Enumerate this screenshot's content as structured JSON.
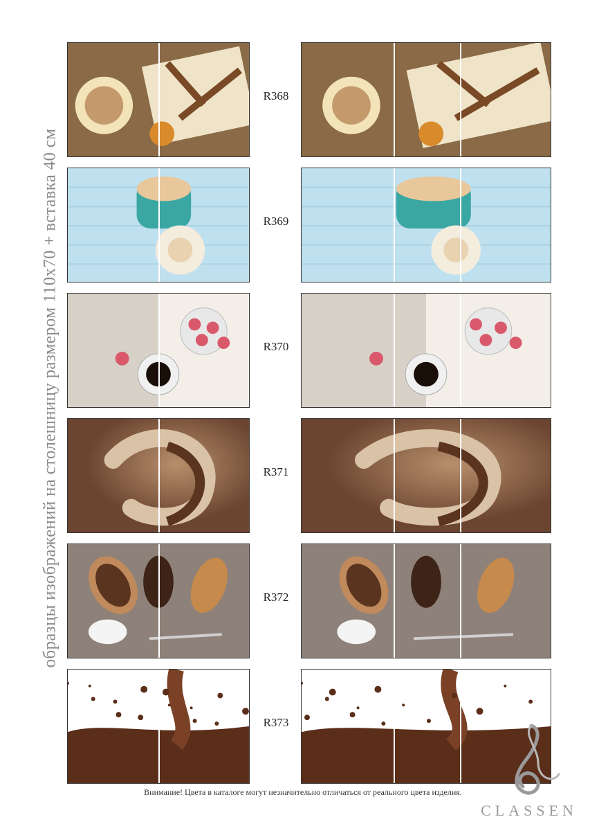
{
  "side_title": "образцы изображений на столешницу размером 110х70 + вставка 40 см",
  "rows": [
    {
      "code": "R368",
      "theme": "coffee-gift",
      "colors": {
        "bg": "#8a6a47",
        "accent": "#7a4a26",
        "light": "#efe3c8"
      }
    },
    {
      "code": "R369",
      "theme": "cup-rose",
      "colors": {
        "bg": "#bfe0ee",
        "accent": "#3aa7a3",
        "light": "#f4ecdd"
      }
    },
    {
      "code": "R370",
      "theme": "macarons",
      "colors": {
        "bg": "#d7d1c8",
        "accent": "#d9596b",
        "light": "#f3efe8"
      }
    },
    {
      "code": "R371",
      "theme": "milk-splash",
      "colors": {
        "bg": "#6b4530",
        "accent": "#d9c2a6",
        "light": "#b88f6c"
      }
    },
    {
      "code": "R372",
      "theme": "coffee-beans",
      "colors": {
        "bg": "#8e8179",
        "accent": "#5a341f",
        "light": "#c68a4c"
      }
    },
    {
      "code": "R373",
      "theme": "chocolate-splash",
      "colors": {
        "bg": "#ffffff",
        "accent": "#5b2e1a",
        "light": "#7a4126"
      }
    }
  ],
  "disclaimer": "Внимание! Цвета в каталоге могут незначительно отличаться от реального цвета изделия.",
  "brand": "CLASSEN",
  "logo_icon": "classen-swirl-logo"
}
